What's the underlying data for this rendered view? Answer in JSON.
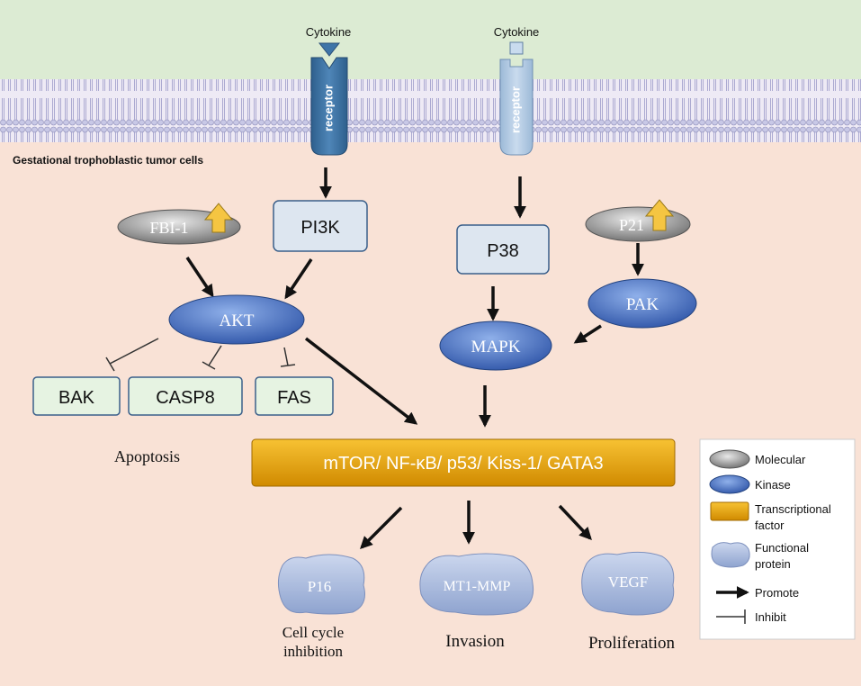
{
  "membrane": {
    "left_ligand_label": "Cytokine",
    "right_ligand_label": "Cytokine",
    "left_receptor_label": "receptor",
    "right_receptor_label": "receptor",
    "cell_label": "Gestational trophoblastic tumor cells"
  },
  "nodes": {
    "fbi1": "FBI-1",
    "pi3k": "PI3K",
    "p38": "P38",
    "p21": "P21",
    "pak": "PAK",
    "akt": "AKT",
    "mapk": "MAPK",
    "bak": "BAK",
    "casp8": "CASP8",
    "fas": "FAS",
    "transcription": "mTOR/ NF-κB/ p53/ Kiss-1/ GATA3",
    "p16": "P16",
    "mt1mmp": "MT1-MMP",
    "vegf": "VEGF"
  },
  "outcomes": {
    "apoptosis": "Apoptosis",
    "cell_cycle_line1": "Cell cycle",
    "cell_cycle_line2": "inhibition",
    "invasion": "Invasion",
    "proliferation": "Proliferation"
  },
  "legend": {
    "molecular": "Molecular",
    "kinase": "Kinase",
    "tf_line1": "Transcriptional",
    "tf_line2": "factor",
    "fp_line1": "Functional",
    "fp_line2": "protein",
    "promote": "Promote",
    "inhibit": "Inhibit"
  },
  "colors": {
    "extracellular": "#dcebd3",
    "cytoplasm": "#f9e2d6",
    "kinase": "#4a72c4",
    "molecular": "#8c8c8c",
    "box_blue": "#dde6f0",
    "box_green": "#e6f3e2",
    "transcription": "#e3a000",
    "functional": "#aebedd",
    "up_arrow": "#f5c542"
  }
}
